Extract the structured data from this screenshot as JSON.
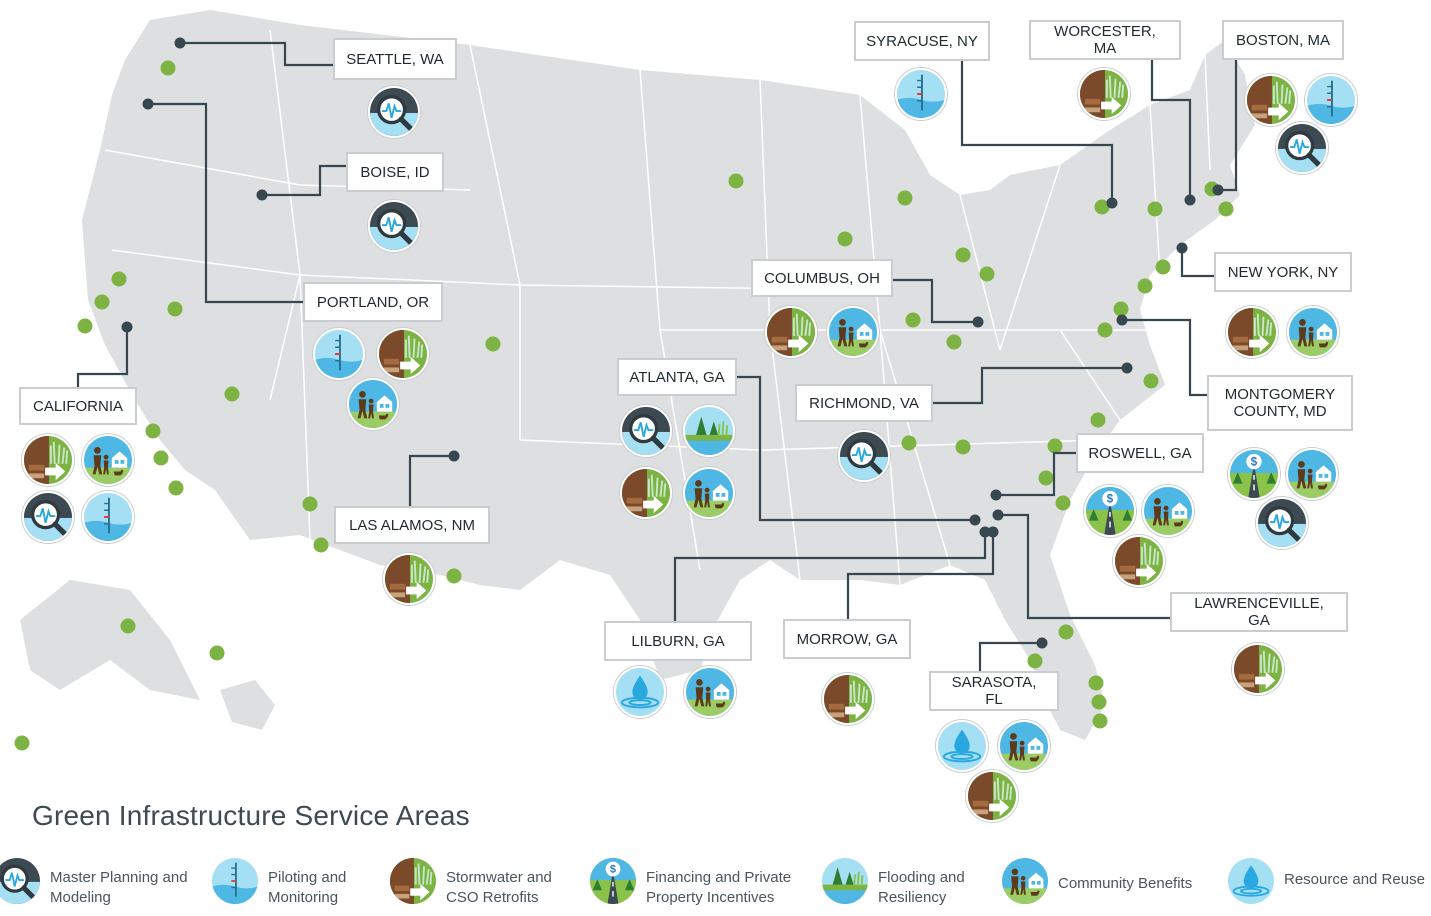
{
  "title": "Green Infrastructure Service Areas",
  "colors": {
    "map_land": "#dddfe0",
    "map_border": "#ffffff",
    "dot_green": "#7cb342",
    "connector": "#37474f",
    "label_border": "#c9cdd0",
    "title_text": "#3d4a52"
  },
  "service_types": {
    "planning": {
      "icon": "magnifier-waveform-icon",
      "label": "Master Planning and\nModeling"
    },
    "monitoring": {
      "icon": "water-gauge-icon",
      "label": "Piloting and\nMonitoring"
    },
    "stormwater": {
      "icon": "soil-plant-arrow-icon",
      "label": "Stormwater and\nCSO Retrofits"
    },
    "financing": {
      "icon": "dollar-road-icon",
      "label": "Financing and Private\nProperty Incentives"
    },
    "flooding": {
      "icon": "trees-wetland-icon",
      "label": "Flooding and\nResiliency"
    },
    "community": {
      "icon": "family-house-icon",
      "label": "Community Benefits"
    },
    "reuse": {
      "icon": "water-drop-ripple-icon",
      "label": "Resource and Reuse"
    }
  },
  "legend_order": [
    "planning",
    "monitoring",
    "stormwater",
    "financing",
    "flooding",
    "community",
    "reuse"
  ],
  "locations": [
    {
      "id": "seattle",
      "name": "SEATTLE, WA",
      "services": [
        "planning"
      ]
    },
    {
      "id": "boise",
      "name": "BOISE, ID",
      "services": [
        "planning"
      ]
    },
    {
      "id": "portland",
      "name": "PORTLAND, OR",
      "services": [
        "monitoring",
        "stormwater",
        "community"
      ]
    },
    {
      "id": "california",
      "name": "CALIFORNIA",
      "services": [
        "stormwater",
        "community",
        "planning",
        "monitoring"
      ]
    },
    {
      "id": "las-alamos",
      "name": "LAS ALAMOS, NM",
      "services": [
        "stormwater"
      ]
    },
    {
      "id": "atlanta",
      "name": "ATLANTA, GA",
      "services": [
        "planning",
        "flooding",
        "stormwater",
        "community"
      ]
    },
    {
      "id": "columbus",
      "name": "COLUMBUS, OH",
      "services": [
        "stormwater",
        "community"
      ]
    },
    {
      "id": "richmond",
      "name": "RICHMOND, VA",
      "services": [
        "planning"
      ]
    },
    {
      "id": "syracuse",
      "name": "SYRACUSE, NY",
      "services": [
        "monitoring"
      ]
    },
    {
      "id": "worcester",
      "name": "WORCESTER, MA",
      "services": [
        "stormwater"
      ]
    },
    {
      "id": "boston",
      "name": "BOSTON, MA",
      "services": [
        "stormwater",
        "monitoring",
        "planning"
      ]
    },
    {
      "id": "new-york",
      "name": "NEW YORK, NY",
      "services": [
        "stormwater",
        "community"
      ]
    },
    {
      "id": "montgomery",
      "name": "MONTGOMERY\nCOUNTY, MD",
      "services": [
        "financing",
        "community",
        "planning"
      ]
    },
    {
      "id": "roswell",
      "name": "ROSWELL, GA",
      "services": [
        "financing",
        "community",
        "stormwater"
      ]
    },
    {
      "id": "lawrenceville",
      "name": "LAWRENCEVILLE, GA",
      "services": [
        "stormwater"
      ]
    },
    {
      "id": "lilburn",
      "name": "LILBURN, GA",
      "services": [
        "reuse",
        "community"
      ]
    },
    {
      "id": "morrow",
      "name": "MORROW, GA",
      "services": [
        "stormwater"
      ]
    },
    {
      "id": "sarasota",
      "name": "SARASOTA, FL",
      "services": [
        "reuse",
        "community",
        "stormwater"
      ]
    }
  ]
}
